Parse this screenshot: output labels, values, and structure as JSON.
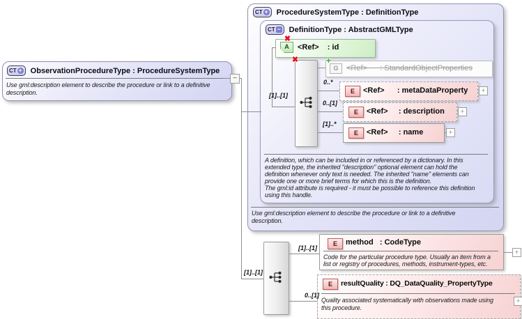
{
  "icons": {
    "ct": "CT",
    "plus_glyph": "+",
    "minus_glyph": "−",
    "element_letter": "E",
    "attribute_letter": "A",
    "group_letter": "G",
    "prohibited_x": "✖",
    "green_plus": "+",
    "expand_plus": "+",
    "handle_minus": "−"
  },
  "left_box": {
    "title": "ObservationProcedureType : ProcedureSystemType",
    "annotation_lines": [
      "Use gml:description element to describe the procedure or link to a definitive",
      "description."
    ]
  },
  "outer_box": {
    "title": "ProcedureSystemType : DefinitionType",
    "annotation_lines": [
      "Use gml:description element to describe the procedure or link to a definitive",
      "description."
    ]
  },
  "inner_box": {
    "title": "DefinitionType : AbstractGMLType",
    "annotation_lines": [
      "A definition, which can be included in or referenced by a dictionary. In this",
      "extended type, the inherited \"description\" optional element can hold the",
      "definition whenever only text is needed. The inherited \"name\" elements can",
      "provide one or more brief terms for which this is the definition.",
      "The gml:id attribute is required - it must be possible to reference this definition",
      "using this handle."
    ]
  },
  "attribute_id": {
    "label": "<Ref>    : id"
  },
  "group_standard": {
    "label": "<Ref>      : StandardObjectProperties"
  },
  "element_metadata": {
    "label": "<Ref>      : metaDataProperty",
    "cardinality": "0..*"
  },
  "element_description": {
    "label": "<Ref>     : description",
    "cardinality": "0..[1]"
  },
  "element_name": {
    "label": "<Ref>     : name",
    "cardinality": "[1]..*"
  },
  "inner_sequence": {
    "cardinality": "[1]..[1]"
  },
  "outer_sequence": {
    "cardinality": "[1]..[1]"
  },
  "element_method": {
    "label": "method   : CodeType",
    "cardinality": "[1]..[1]",
    "annotation_lines": [
      "Code for the particular procedure type. Usually an item from a",
      "list or registry of procedures, methods, instrument-types, etc."
    ]
  },
  "element_resultquality": {
    "label": "resultQuality : DQ_DataQuality_PropertyType",
    "cardinality": "0..[1]",
    "annotation_lines": [
      "Quality associated systematically with observations made using",
      "this procedure."
    ]
  },
  "colors": {
    "complex_type_fill": "#d3d5f2",
    "element_fill": "#f7d2d2",
    "attribute_fill": "#cdeec4",
    "prohibited_red": "#e31313",
    "extension_green": "#2db22d"
  }
}
